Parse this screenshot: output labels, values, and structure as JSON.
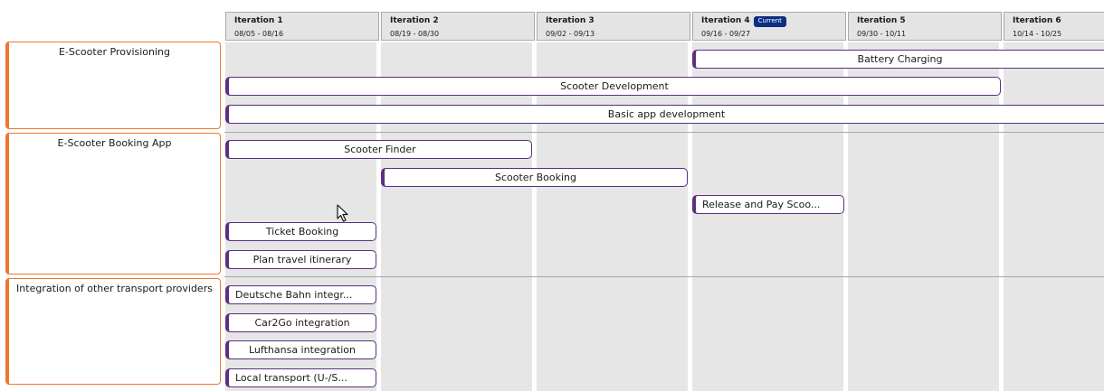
{
  "iterations": [
    {
      "name": "Iteration 1",
      "dates": "08/05 - 08/16"
    },
    {
      "name": "Iteration 2",
      "dates": "08/19 - 08/30"
    },
    {
      "name": "Iteration 3",
      "dates": "09/02 - 09/13"
    },
    {
      "name": "Iteration 4",
      "dates": "09/16 - 09/27",
      "badge": "Current"
    },
    {
      "name": "Iteration 5",
      "dates": "09/30 - 10/11"
    },
    {
      "name": "Iteration 6",
      "dates": "10/14 - 10/25"
    }
  ],
  "features": [
    {
      "title": "E-Scooter Provisioning"
    },
    {
      "title": "E-Scooter Booking App"
    },
    {
      "title": "Integration of other transport providers"
    }
  ],
  "bars": [
    "Battery Charging",
    "Scooter Development",
    "Basic app development",
    "Scooter Finder",
    "Scooter Booking",
    "Release and Pay Scoo...",
    "Ticket Booking",
    "Plan travel itinerary",
    "Deutsche Bahn integr...",
    "Car2Go integration",
    "Lufthansa integration",
    "Local transport (U-/S..."
  ],
  "colors": {
    "feature_accent": "#f07530",
    "bar_accent": "#5b2f83",
    "current_badge": "#0b2e83",
    "column_background": "#e6e6e6"
  }
}
